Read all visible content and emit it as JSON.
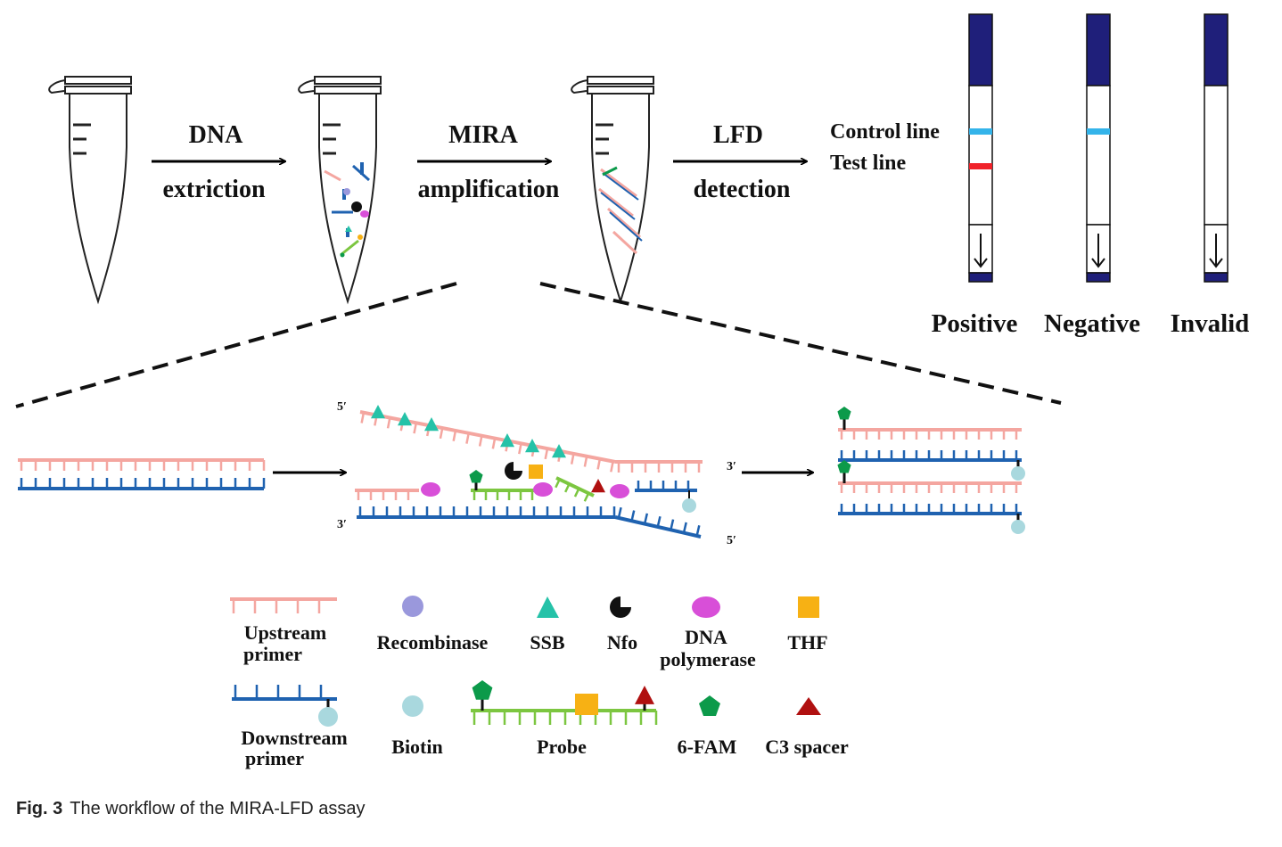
{
  "workflow": {
    "step1": {
      "line1": "DNA",
      "line2": "extriction"
    },
    "step2": {
      "line1": "MIRA",
      "line2": "amplification"
    },
    "step3": {
      "line1": "LFD",
      "line2": "detection"
    }
  },
  "strip_labels": {
    "control": "Control line",
    "test": "Test line"
  },
  "strips": [
    {
      "label": "Positive",
      "control_line": true,
      "test_line": true
    },
    {
      "label": "Negative",
      "control_line": true,
      "test_line": false
    },
    {
      "label": "Invalid",
      "control_line": false,
      "test_line": false
    }
  ],
  "strand_ends": {
    "five_prime": "5′",
    "three_prime": "3′"
  },
  "legend": {
    "upstream_primer": [
      "Upstream",
      "primer"
    ],
    "recombinase": "Recombinase",
    "ssb": "SSB",
    "nfo": "Nfo",
    "dna_polymerase": [
      "DNA",
      "polymerase"
    ],
    "thf": "THF",
    "downstream_primer": [
      "Downstream",
      "primer"
    ],
    "biotin": "Biotin",
    "probe": "Probe",
    "fam": "6-FAM",
    "c3_spacer": "C3 spacer"
  },
  "caption": {
    "label": "Fig. 3",
    "text": "The workflow of the MIRA-LFD assay"
  },
  "colors": {
    "blood": "#b10a0a",
    "reaction_fluid": "#c8ebc8",
    "upstream": "#f4a6a0",
    "downstream": "#1f62b0",
    "probe": "#7cc640",
    "recombinase": "#9a98dc",
    "ssb": "#25c2a8",
    "polymerase": "#d84fd8",
    "thf": "#f7b114",
    "biotin": "#a9d8de",
    "fam": "#0c9a4a",
    "c3": "#b01010",
    "strip_pad": "#1f1f7a",
    "control_line": "#34b4ea",
    "test_line": "#f0222a"
  }
}
